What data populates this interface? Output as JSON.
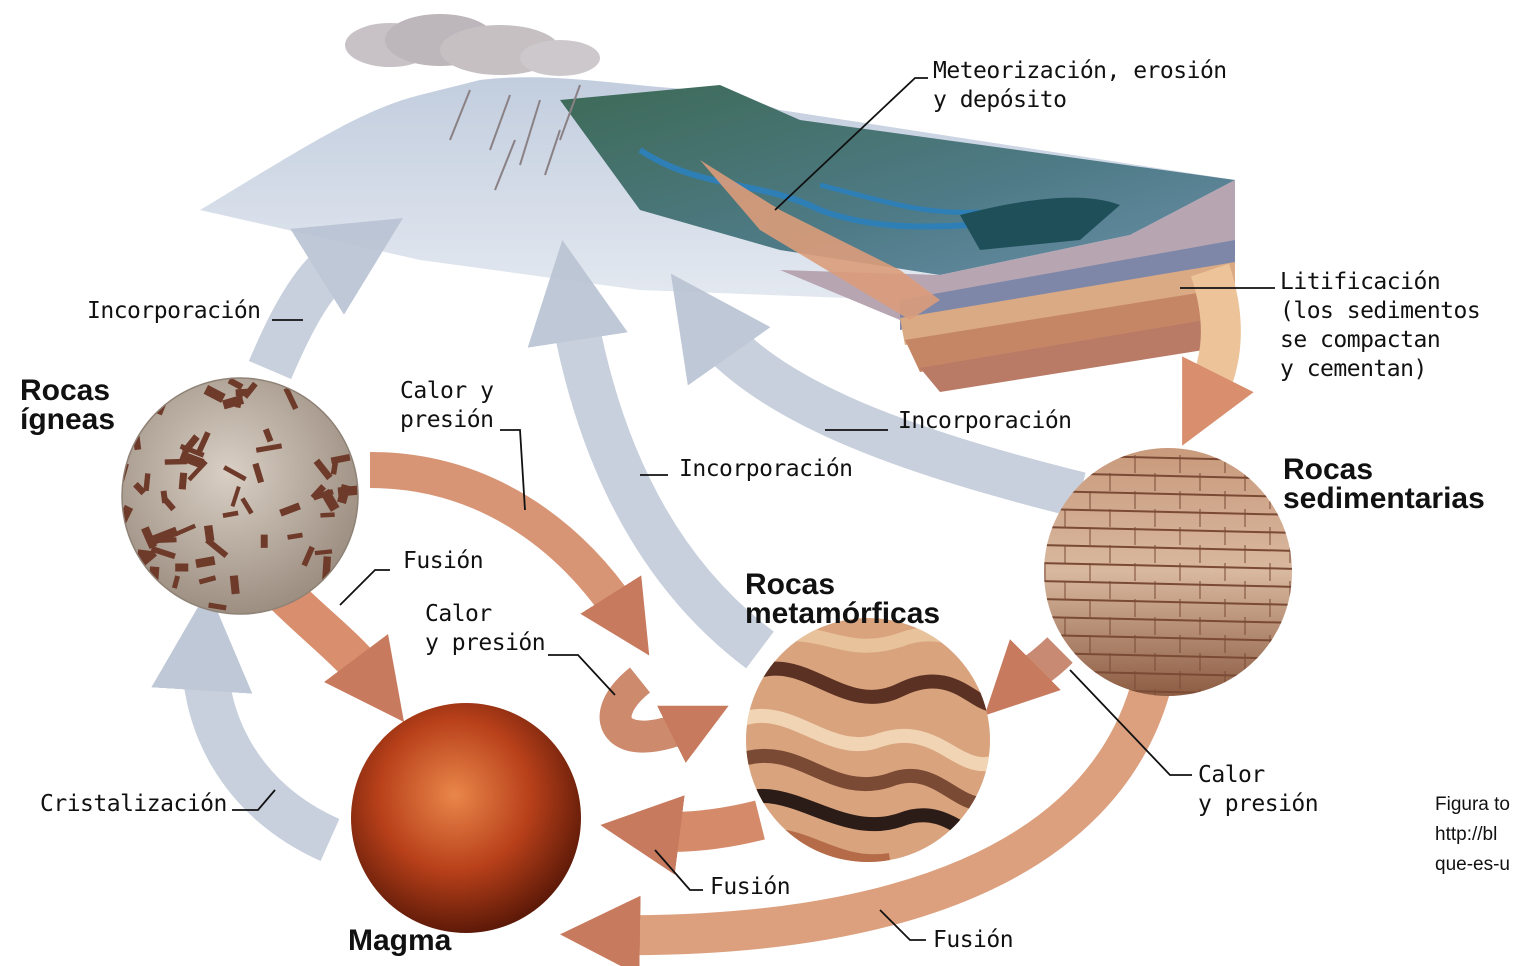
{
  "rocks": {
    "igneous": "Rocas\nígneas",
    "sedimentary": "Rocas\nsedimentarias",
    "metamorphic": "Rocas\nmetamórficas",
    "magma": "Magma"
  },
  "processes": {
    "weathering": "Meteorización, erosión\ny depósito",
    "lithification": "Litificación\n(los sedimentos\nse compactan\ny cementan)",
    "incorporation_left": "Incorporación",
    "incorporation_mid": "Incorporación",
    "incorporation_right": "Incorporación",
    "heat_pressure_top": "Calor y\npresión",
    "heat_pressure_mid": "Calor\ny presión",
    "heat_pressure_right": "Calor\ny presión",
    "fusion_igneous": "Fusión",
    "fusion_metamorphic": "Fusión",
    "fusion_sedimentary": "Fusión",
    "crystallization": "Cristalización"
  },
  "caption": "Figura to\nhttp://bl\nque-es-u"
}
